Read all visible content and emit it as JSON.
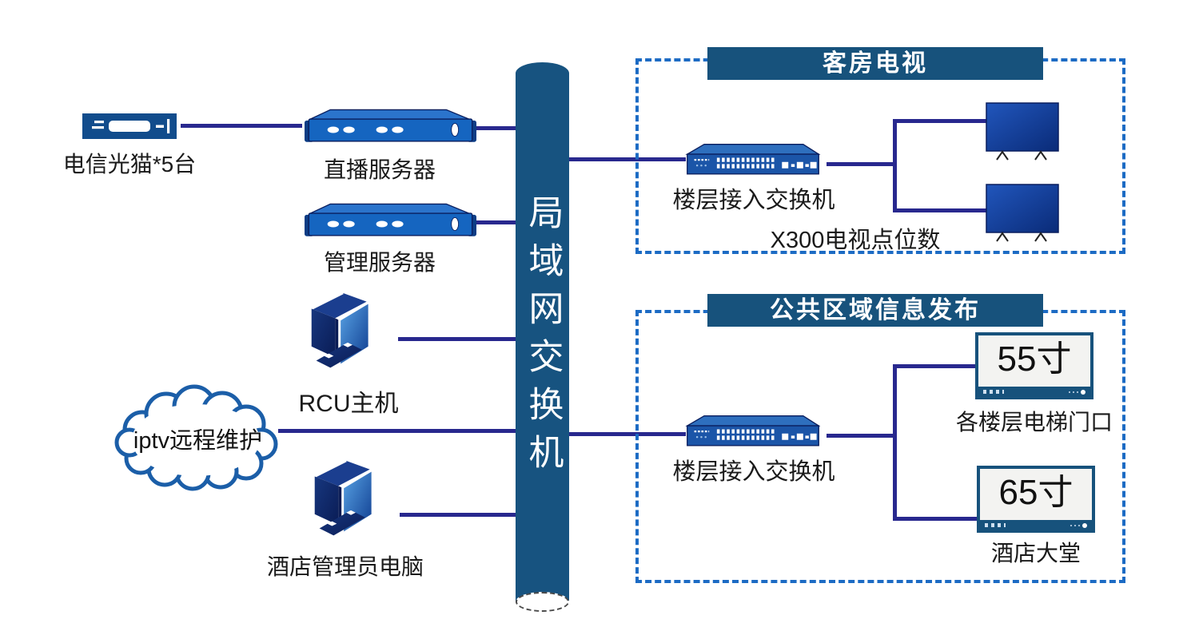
{
  "diagram": {
    "sources": {
      "modem_label": "电信光猫*5台",
      "live_server_label": "直播服务器",
      "mgmt_server_label": "管理服务器",
      "rcu_label": "RCU主机",
      "cloud_label": "iptv远程维护",
      "admin_pc_label": "酒店管理员电脑"
    },
    "core": {
      "label": "局域网交换机"
    },
    "room_tv": {
      "title": "客房电视",
      "switch_label": "楼层接入交换机",
      "note": "X300电视点位数"
    },
    "public_info": {
      "title": "公共区域信息发布",
      "switch_label": "楼层接入交换机",
      "screen1_size": "55寸",
      "screen1_location": "各楼层电梯门口",
      "screen2_size": "65寸",
      "screen2_location": "酒店大堂"
    },
    "icons": {
      "modem": "optical-modem-icon",
      "server": "rack-server-icon",
      "computer": "desktop-computer-icon",
      "cloud": "cloud-icon",
      "switch": "network-switch-icon",
      "tv": "tv-icon",
      "display": "signage-display-icon"
    },
    "colors": {
      "pillar_blue": "#175380",
      "header_blue": "#17527C",
      "link_line": "#28288E",
      "dashed_border": "#1C6BC4",
      "device_blue": "#1565C0",
      "navy_edge": "#0A1E5E"
    }
  }
}
